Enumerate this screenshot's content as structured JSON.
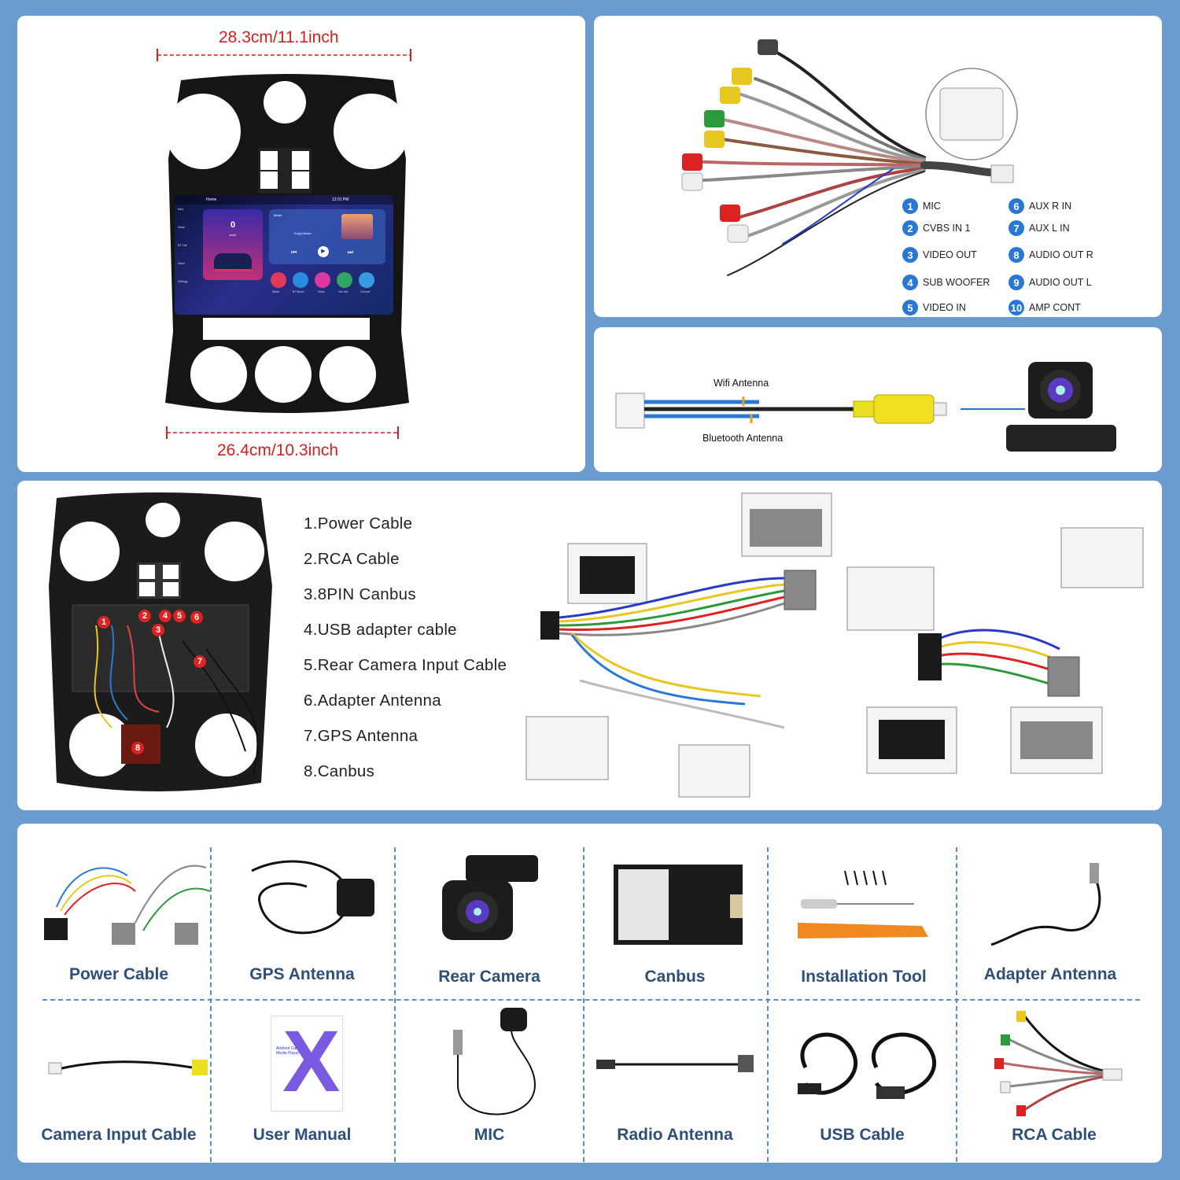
{
  "dimensions": {
    "top_width": "28.3cm/11.1inch",
    "bottom_width": "26.4cm/10.3inch"
  },
  "screen": {
    "status_left": "Home",
    "status_right": "12:01 PM",
    "speed_value": "0",
    "speed_unit": "km/h",
    "music_title": "Music",
    "music_sub": "Enjoy Music",
    "apps": [
      "Radio",
      "BT Music",
      "Video",
      "Car Info",
      "Chrome"
    ],
    "side_menu": [
      "Navi",
      "Music",
      "BT Call",
      "Video",
      "Settings"
    ]
  },
  "rca_legend": [
    {
      "n": "1",
      "label": "MIC"
    },
    {
      "n": "2",
      "label": "CVBS IN 1"
    },
    {
      "n": "3",
      "label": "VIDEO OUT"
    },
    {
      "n": "4",
      "label": "SUB WOOFER"
    },
    {
      "n": "5",
      "label": "VIDEO IN"
    },
    {
      "n": "6",
      "label": "AUX R IN"
    },
    {
      "n": "7",
      "label": "AUX L IN"
    },
    {
      "n": "8",
      "label": "AUDIO OUT R"
    },
    {
      "n": "9",
      "label": "AUDIO OUT L"
    },
    {
      "n": "10",
      "label": "AMP CONT"
    }
  ],
  "antenna": {
    "wifi": "Wifi Antenna",
    "bluetooth": "Bluetooth Antenna"
  },
  "connection_list": [
    "1.Power Cable",
    "2.RCA Cable",
    "3.8PIN Canbus",
    "4.USB adapter cable",
    "5.Rear Camera Input Cable",
    "6.Adapter Antenna",
    "7.GPS Antenna",
    "8.Canbus"
  ],
  "back_markers": [
    "1",
    "2",
    "3",
    "4",
    "5",
    "6",
    "7",
    "8"
  ],
  "accessories": [
    "Power Cable",
    "GPS Antenna",
    "Rear Camera",
    "Canbus",
    "Installation Tool",
    "Adapter Antenna",
    "Camera Input Cable",
    "User Manual",
    "MIC",
    "Radio Antenna",
    "USB Cable",
    "RCA Cable"
  ],
  "manual": {
    "line1": "Android Car",
    "line2": "Media Player"
  },
  "colors": {
    "background": "#6b9ccf",
    "accent_blue": "#2a78d6",
    "dimension_red": "#d42020",
    "label_navy": "#2f4e78"
  }
}
